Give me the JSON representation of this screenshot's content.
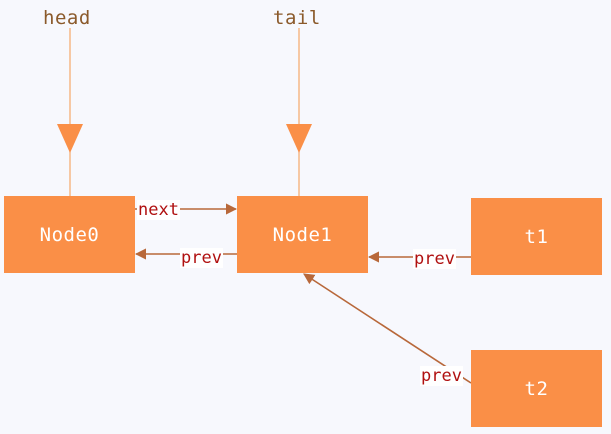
{
  "pointers": {
    "head": "head",
    "tail": "tail"
  },
  "nodes": {
    "node0": "Node0",
    "node1": "Node1",
    "t1": "t1",
    "t2": "t2"
  },
  "edges": {
    "node0_next": "next",
    "node1_prev": "prev",
    "t1_prev": "prev",
    "t2_prev": "prev"
  },
  "colors": {
    "node_fill": "#fa8f47",
    "pointer_line": "#f5a869",
    "pointer_arrow": "#fa8f47",
    "edge_arrow": "#b8683a",
    "label_text": "#b01010",
    "pointer_text": "#8b5a2b",
    "background": "#f7f8fd"
  }
}
